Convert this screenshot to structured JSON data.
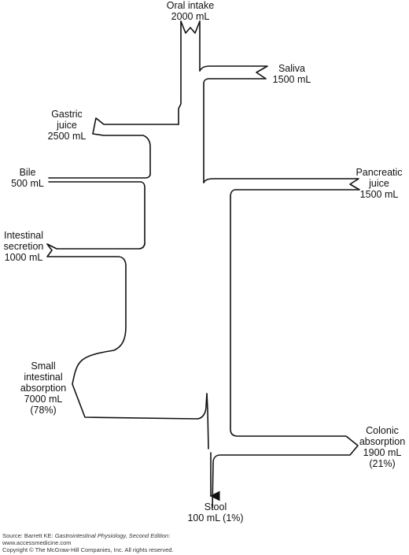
{
  "flows": {
    "oral_intake": {
      "name": "Oral intake",
      "volume": "2000 mL"
    },
    "saliva": {
      "name": "Saliva",
      "volume": "1500 mL"
    },
    "gastric_juice": {
      "name_line1": "Gastric",
      "name_line2": "juice",
      "volume": "2500 mL"
    },
    "bile": {
      "name": "Bile",
      "volume": "500 mL"
    },
    "pancreatic_juice": {
      "name_line1": "Pancreatic",
      "name_line2": "juice",
      "volume": "1500 mL"
    },
    "intestinal_secretion": {
      "name_line1": "Intestinal",
      "name_line2": "secretion",
      "volume": "1000 mL"
    },
    "small_intestinal_absorption": {
      "line1": "Small",
      "line2": "intestinal",
      "line3": "absorption",
      "volume": "7000 mL",
      "percent": "(78%)"
    },
    "colonic_absorption": {
      "line1": "Colonic",
      "line2": "absorption",
      "volume": "1900 mL",
      "percent": "(21%)"
    },
    "stool": {
      "name": "Stool",
      "volume": "100 mL (1%)"
    }
  },
  "footer": {
    "source_prefix": "Source: Barrett KE: ",
    "source_title": "Gastrointestinal Physiology, Second Edition",
    "source_suffix": ":",
    "url": "www.accessmedicine.com",
    "copyright": "Copyright © The McGraw-Hill Companies, Inc. All rights reserved."
  }
}
